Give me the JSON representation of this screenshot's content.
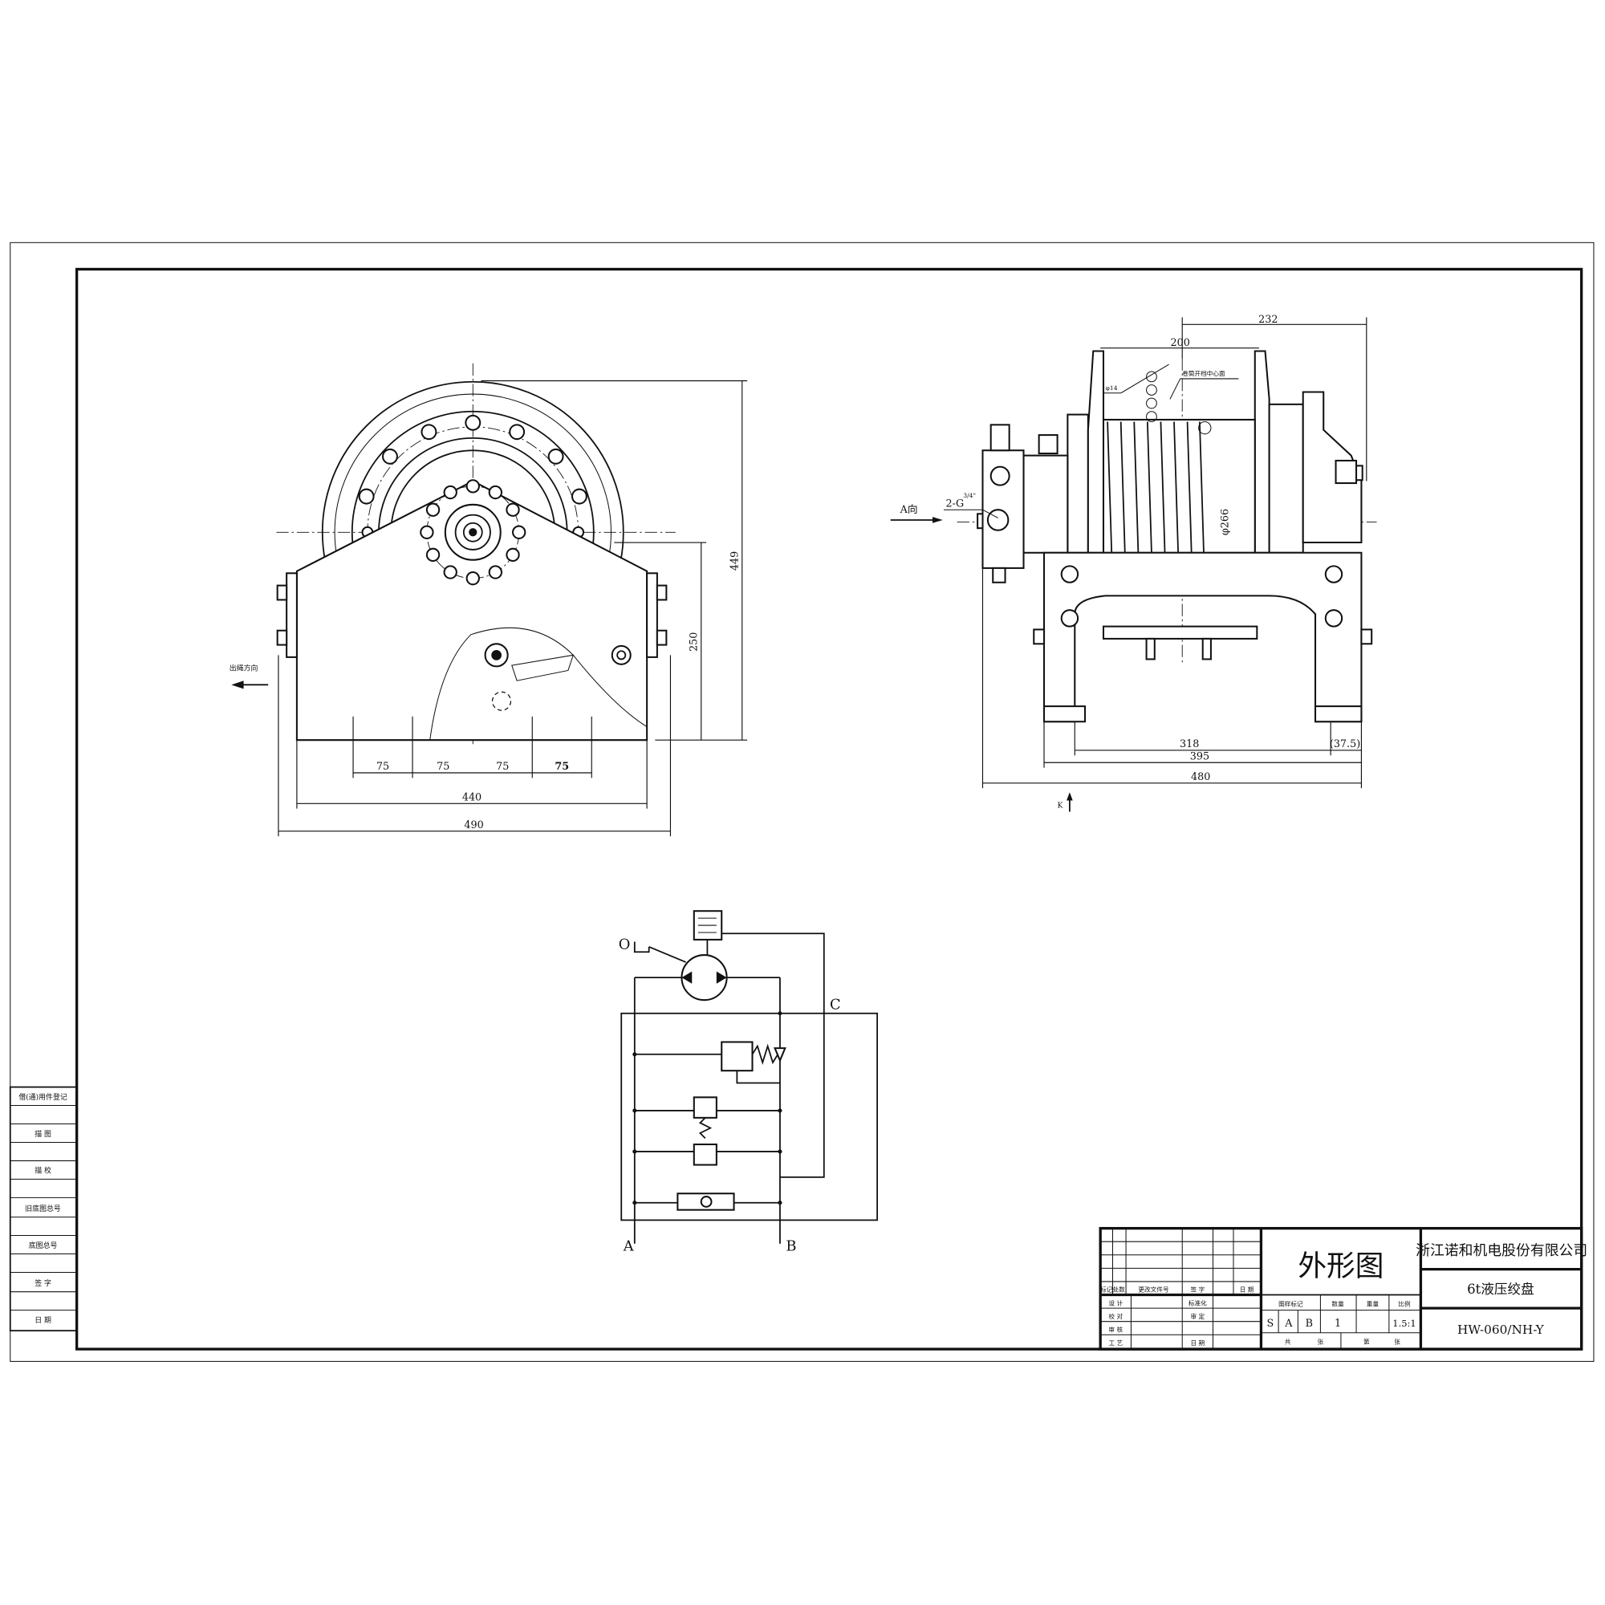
{
  "title_block": {
    "drawing_title": "外形图",
    "company": "浙江诺和机电股份有限公司",
    "product_name": "6t液压绞盘",
    "drawing_number": "HW-060/NH-Y",
    "revision_headers": [
      "标记",
      "处数",
      "更改文件号",
      "签 字",
      "日 期"
    ],
    "approval_rows": [
      {
        "left": "设 计",
        "right": "标准化"
      },
      {
        "left": "校 对",
        "right": "审 定"
      },
      {
        "left": "审 核",
        "right": ""
      },
      {
        "left": "工 艺",
        "right": "日 期"
      }
    ],
    "info_headers": {
      "mark": "图样标记",
      "quantity": "数量",
      "weight": "重量",
      "scale": "比例"
    },
    "marks": [
      "S",
      "A",
      "B"
    ],
    "quantity": "1",
    "weight": "",
    "scale": "1.5:1",
    "sheets_total_label": [
      "共",
      "张"
    ],
    "sheet_number_label": [
      "第",
      "张"
    ]
  },
  "side_register": [
    "借(通)用件登记",
    "描 图",
    "描 校",
    "旧底图总号",
    "底图总号",
    "签 字",
    "日 期"
  ],
  "front_view": {
    "rope_direction_label": "出绳方向",
    "dimensions": {
      "height_total": "449",
      "height_axis": "250",
      "pitch": [
        "75",
        "75",
        "75",
        "75"
      ],
      "base_width": "440",
      "overall_width": "490"
    }
  },
  "side_view": {
    "view_label": "A向",
    "port_label": "2-G",
    "port_size": "3/4\"",
    "rope_dia": "φ14",
    "drum_center_note": "卷筒开档中心面",
    "drum_dia": "φ266",
    "view_k_label": "K",
    "dimensions": {
      "flange_to_end": "232",
      "drum_width": "200",
      "foot_span": "318",
      "foot_offset": "(37.5)",
      "base_length": "395",
      "overall_length": "480"
    }
  },
  "hydraulic": {
    "ports": {
      "A": "A",
      "B": "B",
      "C": "C",
      "O": "O"
    }
  }
}
